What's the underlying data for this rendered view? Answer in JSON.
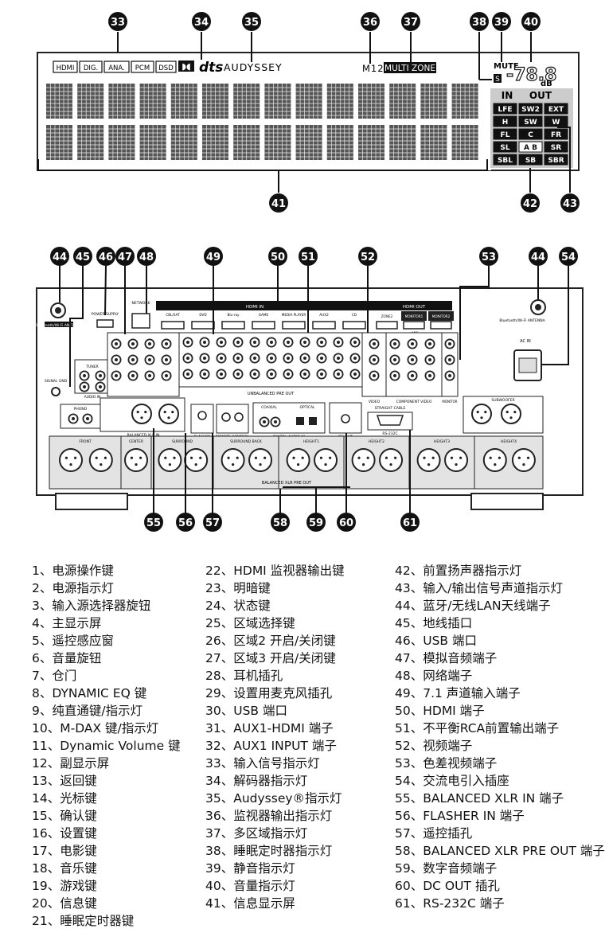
{
  "display": {
    "badges": [
      "HDMI",
      "DIG.",
      "ANA.",
      "PCM",
      "DSD"
    ],
    "dolby_symbol": "◗◖",
    "dts_text": "dts",
    "audyssey_text": "AUDYSSEY",
    "m12_text": "M12",
    "multizone_text": "MULTI ZONE",
    "mute_text": "MUTE",
    "sleep_text": "S",
    "volume_text": "-78.8",
    "db_text": "dB",
    "in_text": "IN",
    "out_text": "OUT",
    "channels": [
      "LFE",
      "SW2",
      "EXT",
      "H",
      "SW",
      "W",
      "FL",
      "C",
      "FR",
      "SL",
      "A B",
      "SR",
      "SBL",
      "SB",
      "SBR"
    ]
  },
  "callouts": {
    "top": [
      "33",
      "34",
      "35",
      "36",
      "37",
      "38",
      "39",
      "40"
    ],
    "display_bottom": [
      "41",
      "42",
      "43"
    ],
    "rear_top": [
      "44",
      "45",
      "46",
      "47",
      "48",
      "49",
      "50",
      "51",
      "52",
      "53",
      "44",
      "54"
    ],
    "rear_bottom": [
      "55",
      "56",
      "57",
      "58",
      "59",
      "60",
      "61"
    ]
  },
  "rear_panel": {
    "hdmi_in_header": "HDMI IN",
    "hdmi_out_header": "HDMI OUT",
    "hdmi_inputs": [
      "CBL/SAT",
      "DVD",
      "Blu-ray",
      "GAME",
      "MEDIA PLAYER",
      "AUX2",
      "CD"
    ],
    "hdmi_outputs": [
      "ZONE2",
      "MONITOR1",
      "MONITOR2"
    ],
    "network_label": "NETWORK",
    "power_supply_label": "POWER SUPPLY",
    "antenna_left_label": "Bluetooth/Wi-Fi ANTENNA",
    "antenna_right_label": "Bluetooth/Wi-Fi ANTENNA",
    "ac_in_label": "AC IN",
    "signal_gnd_label": "SIGNAL GND",
    "audio_in_label": "AUDIO IN",
    "tuner_label": "TUNER",
    "phono_label": "PHONO",
    "balanced_xlr_in_label": "BALANCED XLR IN",
    "flasher_label": "FLASHER",
    "remote_control_label": "REMOTE CONTROL",
    "digital_audio_in_label": "DIGITAL AUDIO IN",
    "coaxial_label": "COAXIAL",
    "optical_label": "OPTICAL",
    "dc_out_label": "DC OUT",
    "rs232c_label": "RS-232C",
    "straight_cable_label": "STRAIGHT CABLE",
    "unbalanced_pre_out_label": "UNBALANCED PRE OUT",
    "component_video_label": "COMPONENT VIDEO",
    "video_label": "VIDEO",
    "monitor_label": "MONITOR",
    "arc_label": "ARC",
    "subwoofer_label": "SUBWOOFER",
    "balanced_xlr_pre_out_label": "BALANCED XLR PRE OUT",
    "pre_out_groups": [
      "FRONT",
      "CENTER",
      "SURROUND",
      "SURROUND BACK",
      "HEIGHT1",
      "HEIGHT2",
      "HEIGHT3",
      "HEIGHT4"
    ]
  },
  "legend": [
    [
      "1、电源操作键",
      "2、电源指示灯",
      "3、输入源选择器旋钮",
      "4、主显示屏",
      "5、遥控感应窗",
      "6、音量旋钮",
      "7、仓门",
      "8、DYNAMIC EQ 键",
      "9、纯直通键/指示灯",
      "10、M-DAX 键/指示灯",
      "11、Dynamic Volume 键",
      "12、副显示屏",
      "13、返回键",
      "14、光标键",
      "15、确认键",
      "16、设置键",
      "17、电影键",
      "18、音乐键",
      "19、游戏键",
      "20、信息键",
      "21、睡眠定时器键"
    ],
    [
      "22、HDMI 监视器输出键",
      "23、明暗键",
      "24、状态键",
      "25、区域选择键",
      "26、区域2 开启/关闭键",
      "27、区域3 开启/关闭键",
      "28、耳机插孔",
      "29、设置用麦克风插孔",
      "30、USB 端口",
      "31、AUX1-HDMI 端子",
      "32、AUX1 INPUT 端子",
      "33、输入信号指示灯",
      "34、解码器指示灯",
      "35、Audyssey®指示灯",
      "36、监视器输出指示灯",
      "37、多区域指示灯",
      "38、睡眠定时器指示灯",
      "39、静音指示灯",
      "40、音量指示灯",
      "41、信息显示屏"
    ],
    [
      "42、前置扬声器指示灯",
      "43、输入/输出信号声道指示灯",
      "44、蓝牙/无线LAN天线端子",
      "45、地线插口",
      "46、USB 端口",
      "47、模拟音频端子",
      "48、网络端子",
      "49、7.1 声道输入端子",
      "50、HDMI 端子",
      "51、不平衡RCA前置输出端子",
      "52、视频端子",
      "53、色差视频端子",
      "54、交流电引入插座",
      "55、BALANCED XLR IN 端子",
      "56、FLASHER IN 端子",
      "57、遥控插孔",
      "58、BALANCED XLR PRE OUT 端子",
      "59、数字音频端子",
      "60、DC OUT 插孔",
      "61、RS-232C 端子"
    ]
  ]
}
